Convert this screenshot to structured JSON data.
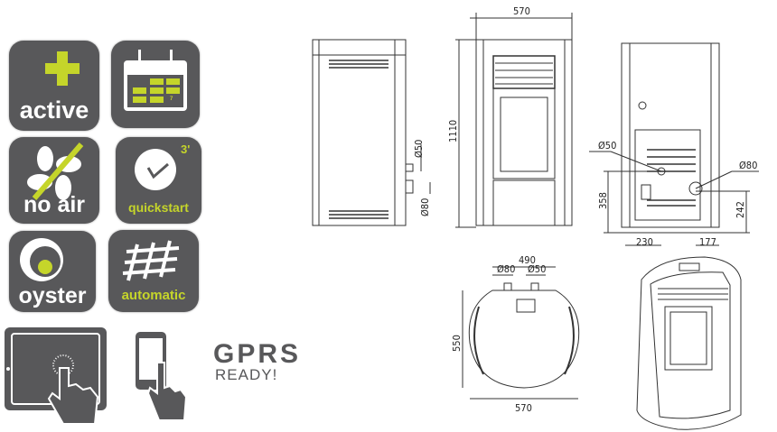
{
  "features": {
    "active": "active",
    "calendar_day": "7",
    "no_air": "no air",
    "quickstart": "quickstart",
    "quickstart_time": "3'",
    "oyster": "oyster",
    "automatic": "automatic"
  },
  "connectivity": {
    "gprs": "GPRS",
    "ready": "READY!"
  },
  "dimensions": {
    "width_front": "570",
    "height": "1110",
    "side_d50": "Ø50",
    "side_d80": "Ø80",
    "rear_d50": "Ø50",
    "rear_d80": "Ø80",
    "rear_358": "358",
    "rear_242": "242",
    "rear_230": "230",
    "rear_177": "177",
    "top_490": "490",
    "top_d80": "Ø80",
    "top_d50": "Ø50",
    "top_550": "550",
    "top_570": "570"
  },
  "colors": {
    "tile": "#58585a",
    "accent": "#c5d52a"
  }
}
